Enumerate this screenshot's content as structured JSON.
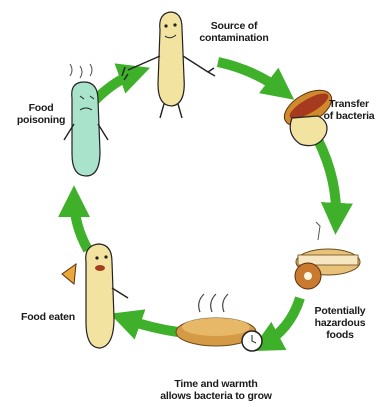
{
  "diagram": {
    "type": "food-contamination-cycle",
    "arrow_color": "#3fb02a",
    "character_color": "#f3e3a0",
    "sick_character_color": "#a9e3cc",
    "stages": [
      {
        "id": "source",
        "label": "Source of\ncontamination"
      },
      {
        "id": "transfer",
        "label": "Transfer\nof bacteria"
      },
      {
        "id": "hazardous",
        "label": "Potentially\nhazardous\nfoods"
      },
      {
        "id": "time",
        "label": "Time and warmth\nallows bacteria to grow"
      },
      {
        "id": "eaten",
        "label": "Food eaten"
      },
      {
        "id": "poisoning",
        "label": "Food\npoisoning"
      }
    ]
  }
}
